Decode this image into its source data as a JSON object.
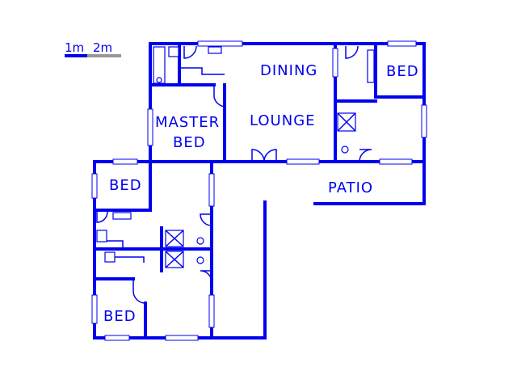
{
  "scale": {
    "label_1m": "1m",
    "label_2m": "2m"
  },
  "rooms": {
    "dining": "DINING",
    "lounge": "LOUNGE",
    "master_bed_line1": "MASTER",
    "master_bed_line2": "BED",
    "bed_right": "BED",
    "patio": "PATIO",
    "bed_left_upper": "BED",
    "bed_left_lower": "BED"
  },
  "colors": {
    "wall": "#0000f0",
    "scale_gray": "#999999",
    "background": "#ffffff"
  }
}
